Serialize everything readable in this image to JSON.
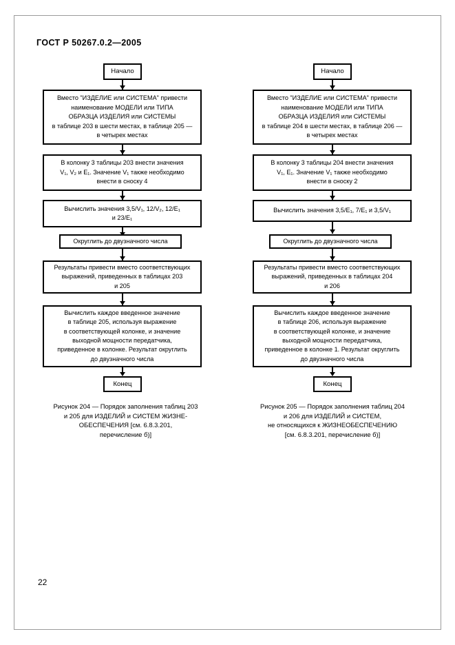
{
  "document": {
    "standard_header": "ГОСТ Р 50267.0.2—2005",
    "page_number": "22"
  },
  "figures": [
    {
      "id": "figure-204",
      "start_label": "Начало",
      "end_label": "Конец",
      "steps": [
        "Вместо \"ИЗДЕЛИЕ или СИСТЕМА\" привести\nнаименование МОДЕЛИ или ТИПА\nОБРАЗЦА ИЗДЕЛИЯ или СИСТЕМЫ\nв таблице 203 в шести местах, в таблице 205 —\nв четырех местах",
        "В колонку 3 таблицы 203 внести значения\nV₁, V₂ и E₁. Значение V₁ также необходимо\nвнести в сноску 4",
        "Вычислить значения 3,5/V₁, 12/V₂, 12/E₁\nи 23/E₁",
        "Округлить до двузначного числа",
        "Результаты привести вместо соответствующих\nвыражений, приведенных в таблицах 203\nи 205",
        "Вычислить каждое введенное значение\nв таблице 205, используя выражение\nв соответствующей колонке, и значение\nвыходной мощности передатчика,\nприведенное в колонке. Результат округлить\nдо двузначного числа"
      ],
      "caption": "Рисунок 204 — Порядок заполнения таблиц 203\nи 205 для ИЗДЕЛИЙ и СИСТЕМ ЖИЗНЕ-\nОБЕСПЕЧЕНИЯ  [см. 6.8.3.201,\nперечисление б)]"
    },
    {
      "id": "figure-205",
      "start_label": "Начало",
      "end_label": "Конец",
      "steps": [
        "Вместо \"ИЗДЕЛИЕ или СИСТЕМА\" привести\nнаименование МОДЕЛИ или ТИПА\nОБРАЗЦА ИЗДЕЛИЯ или СИСТЕМЫ\nв таблице 204 в шести местах, в таблице 206 —\nв четырех местах",
        "В колонку 3 таблицы 204 внести значения\nV₁, E₁. Значение V₁ также необходимо\nвнести в сноску 2",
        "Вычислить значения 3,5/E₁, 7/E₁ и 3,5/V₁",
        "Округлить до двузначного числа",
        "Результаты привести вместо соответствующих\nвыражений, приведенных в таблицах 204\nи 206",
        "Вычислить каждое введенное значение\nв таблице 206, используя выражение\nв соответствующей колонке, и значение\nвыходной мощности передатчика,\nприведенное в колонке 1. Результат округлить\nдо двузначного числа"
      ],
      "caption": "Рисунок 205 — Порядок заполнения таблиц 204\nи  206  для  ИЗДЕЛИЙ и СИСТЕМ,\nне относящихся к ЖИЗНЕОБЕСПЕЧЕНИЮ\n[см. 6.8.3.201, перечисление б)]"
    }
  ]
}
